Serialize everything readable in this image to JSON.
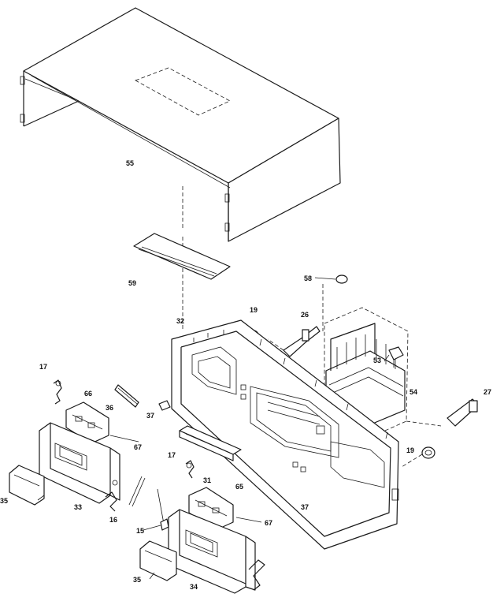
{
  "labels": {
    "cabinet": "55",
    "sheet": "59",
    "foot": "58",
    "front_panel": "32",
    "knob_top": "19",
    "lever_top": "26",
    "clip": "53",
    "pcb": "54",
    "lever_right": "27",
    "knob_right": "19",
    "spring_left": "17",
    "holder_left": "66",
    "rod": "36",
    "bracket_small": "37",
    "panel_insert": "67",
    "window_left": "35",
    "door_left": "33",
    "spring_left_low": "16",
    "display": "31",
    "spring_mid": "17",
    "holder_right": "65",
    "insert_right": "67",
    "bracket_right": "37",
    "spring_bottom": "15",
    "window_right": "35",
    "door_right": "34"
  }
}
